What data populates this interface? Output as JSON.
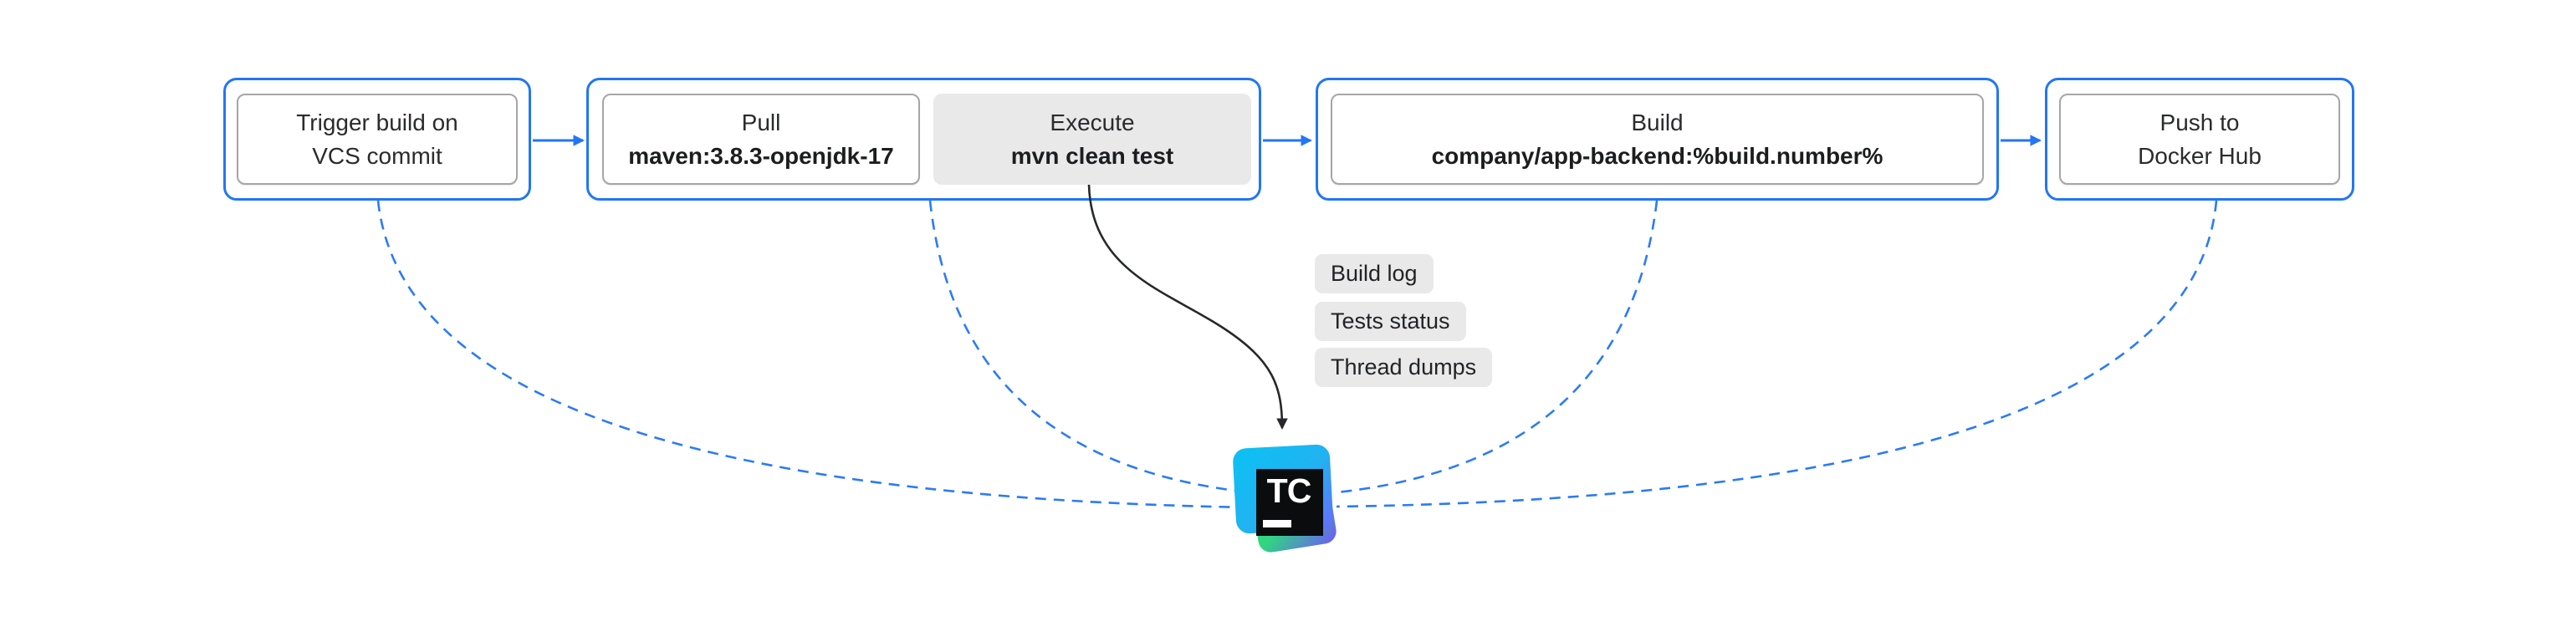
{
  "diagram": {
    "title_hint": "TeamCity CI/CD pipeline flow",
    "nodes": {
      "trigger": {
        "line1": "Trigger build on",
        "line2": "VCS commit"
      },
      "pull": {
        "action": "Pull",
        "detail": "maven:3.8.3-openjdk-17"
      },
      "execute": {
        "action": "Execute",
        "detail": "mvn clean test"
      },
      "build": {
        "action": "Build",
        "detail": "company/app-backend:%build.number%"
      },
      "push": {
        "line1": "Push to",
        "line2": "Docker Hub"
      }
    },
    "report_tags": [
      "Build log",
      "Tests status",
      "Thread dumps"
    ],
    "logo": {
      "monogram": "TC"
    },
    "colors": {
      "accent_blue": "#2276f5",
      "panel_gray": "#e9e9ea",
      "border_gray": "#a6a6a8",
      "arrow_dark": "#26282b",
      "logo_cyan": "#0ac2f1",
      "logo_green": "#2edb7b",
      "logo_violet": "#6e58fb"
    }
  }
}
